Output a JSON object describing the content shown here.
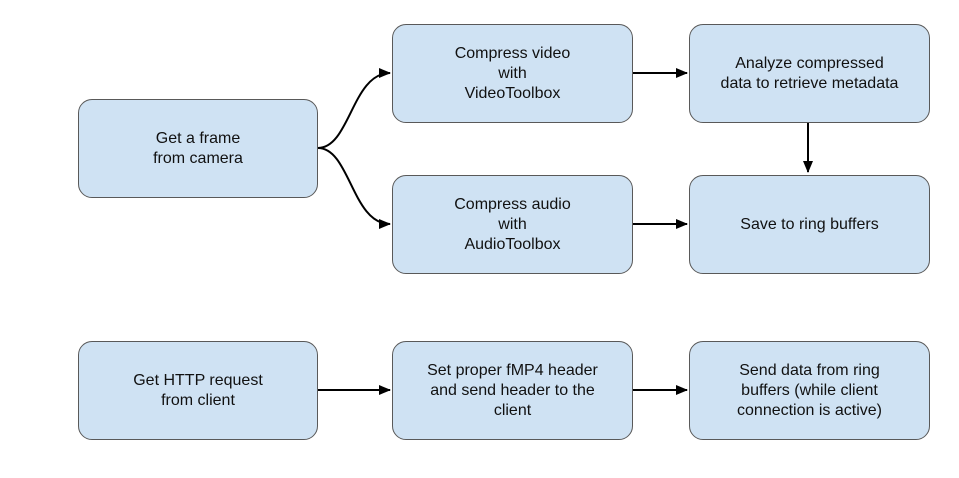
{
  "colors": {
    "box_fill": "#cfe2f3",
    "box_stroke": "#595959",
    "arrow": "#000000"
  },
  "nodes": {
    "get_frame": {
      "lines": [
        "Get a frame",
        "from camera"
      ]
    },
    "compress_video": {
      "lines": [
        "Compress video",
        "with",
        "VideoToolbox"
      ]
    },
    "analyze": {
      "lines": [
        "Analyze compressed",
        "data to retrieve metadata"
      ]
    },
    "compress_audio": {
      "lines": [
        "Compress audio",
        "with",
        "AudioToolbox"
      ]
    },
    "save_ring": {
      "lines": [
        "Save to ring buffers"
      ]
    },
    "get_http": {
      "lines": [
        "Get HTTP request",
        "from client"
      ]
    },
    "set_header": {
      "lines": [
        "Set proper fMP4 header",
        "and send header to the",
        "client"
      ]
    },
    "send_data": {
      "lines": [
        "Send data from ring",
        "buffers (while client",
        "connection is active)"
      ]
    }
  },
  "edges": [
    {
      "from": "get_frame",
      "to": "compress_video"
    },
    {
      "from": "get_frame",
      "to": "compress_audio"
    },
    {
      "from": "compress_video",
      "to": "analyze"
    },
    {
      "from": "analyze",
      "to": "save_ring"
    },
    {
      "from": "compress_audio",
      "to": "save_ring"
    },
    {
      "from": "get_http",
      "to": "set_header"
    },
    {
      "from": "set_header",
      "to": "send_data"
    }
  ]
}
